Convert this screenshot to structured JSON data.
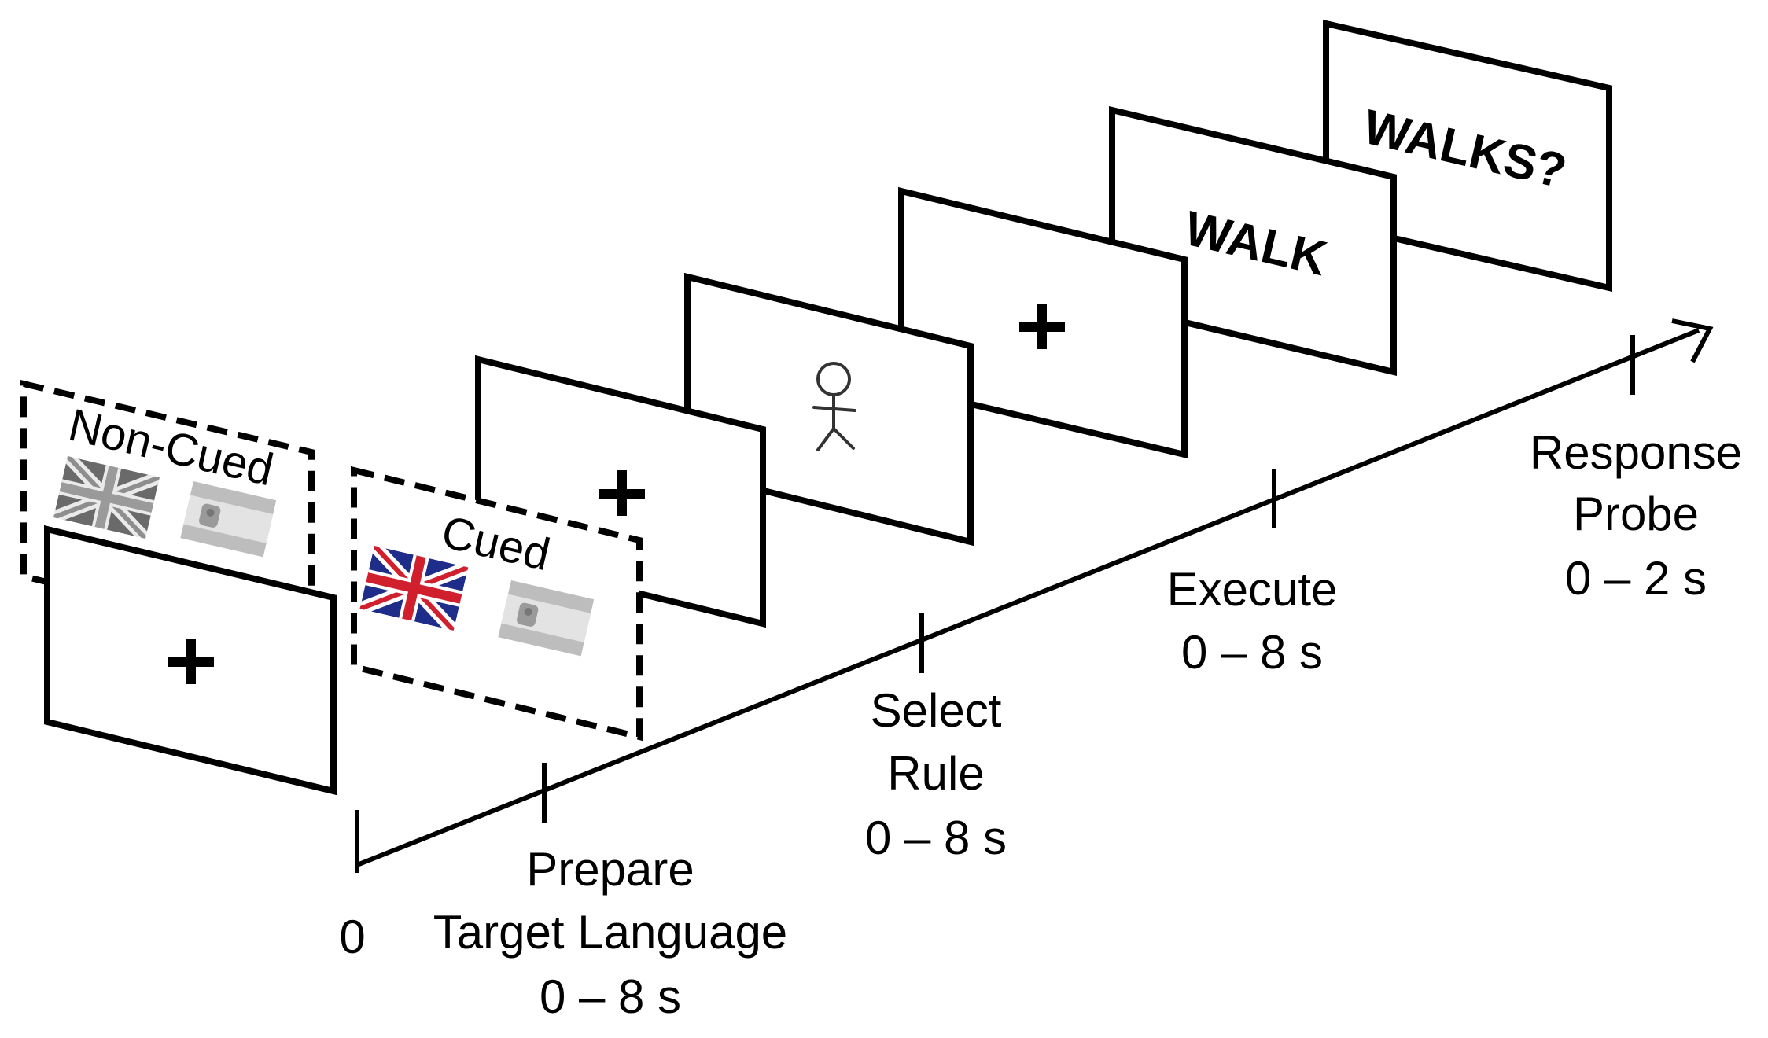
{
  "panels": {
    "noncued_title": "Non-Cued",
    "cued_title": "Cued",
    "fixation": "+",
    "stim_word": "WALK",
    "probe_word": "WALKS?"
  },
  "timeline": {
    "origin": "0",
    "stages": [
      {
        "name_lines": [
          "Prepare",
          "Target Language"
        ],
        "duration": "0 – 8 s"
      },
      {
        "name_lines": [
          "Select",
          "Rule"
        ],
        "duration": "0 – 8 s"
      },
      {
        "name_lines": [
          "Execute"
        ],
        "duration": "0 – 8 s"
      },
      {
        "name_lines": [
          "Response",
          "Probe"
        ],
        "duration": "0 – 2 s"
      }
    ]
  },
  "icons": [
    "uk-flag-icon",
    "spain-flag-icon",
    "stick-figure-icon",
    "arrow-head-icon"
  ],
  "colors": {
    "uk_blue": "#1f2d8a",
    "uk_red": "#d0202e",
    "ink": "#000000"
  }
}
